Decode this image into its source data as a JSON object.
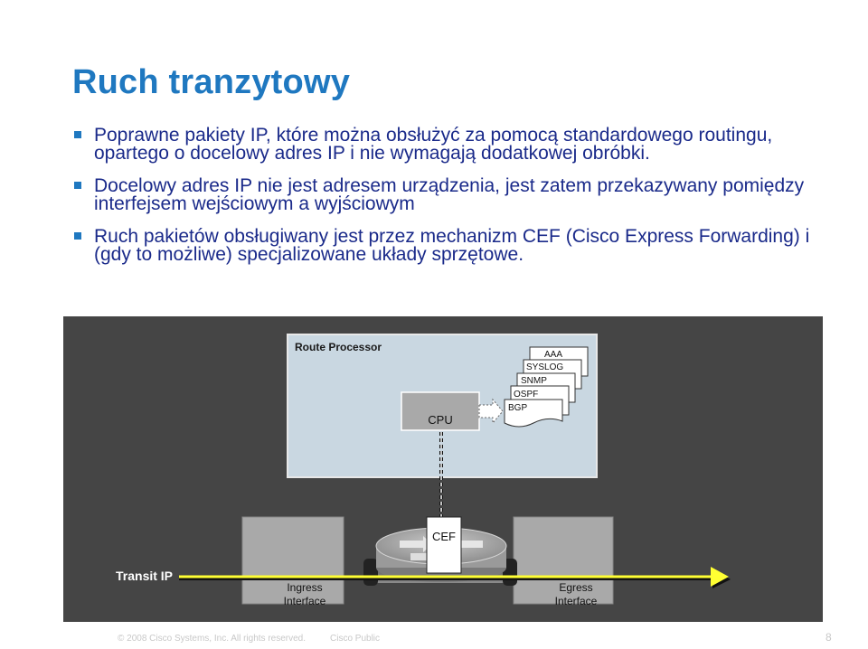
{
  "slide": {
    "title": "Ruch tranzytowy",
    "bullets": [
      "Poprawne pakiety IP, które można obsłużyć za pomocą standardowego routingu, opartego o docelowy adres IP i nie wymagają dodatkowej obróbki.",
      "Docelowy adres IP nie jest adresem urządzenia, jest zatem przekazywany pomiędzy interfejsem wejściowym a wyjściowym",
      "Ruch pakietów obsługiwany jest przez mechanizm CEF (Cisco Express Forwarding) i (gdy to możliwe) specjalizowane układy sprzętowe."
    ]
  },
  "diagram": {
    "route_processor_label": "Route Processor",
    "cpu_label": "CPU",
    "protocol_stack": [
      "AAA",
      "SYSLOG",
      "SNMP",
      "OSPF",
      "BGP"
    ],
    "cef_label": "CEF",
    "transit_label": "Transit IP",
    "ingress_label_line1": "Ingress",
    "ingress_label_line2": "Interface",
    "egress_label_line1": "Egress",
    "egress_label_line2": "Interface"
  },
  "footer": {
    "copyright": "© 2008 Cisco Systems, Inc. All rights reserved.",
    "classification": "Cisco Public",
    "page_number": "8"
  },
  "colors": {
    "title": "#1f78c0",
    "bullet_text": "#1a2a8a",
    "diagram_background": "#454545",
    "route_processor_fill": "#c9d7e1",
    "transit_arrow": "#ffff33"
  }
}
